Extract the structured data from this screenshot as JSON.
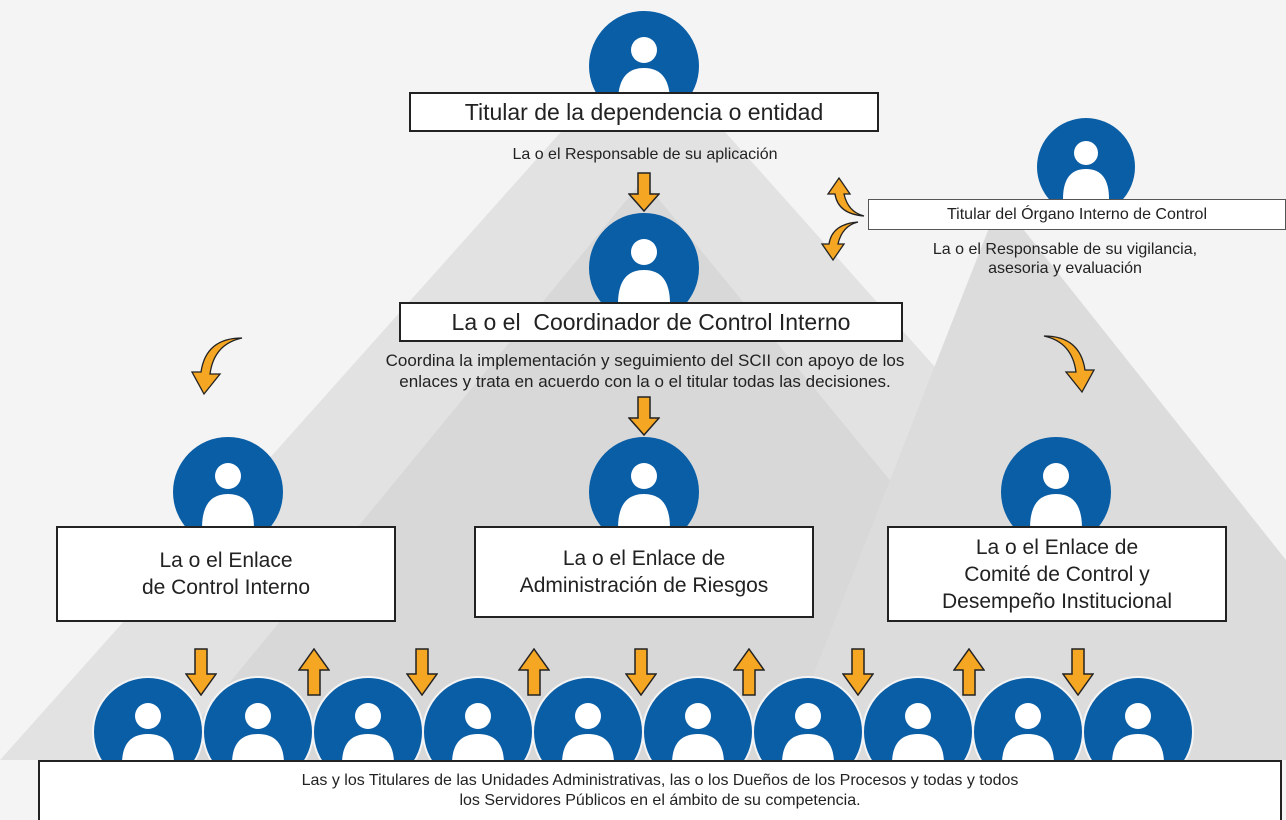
{
  "colors": {
    "avatar_blue": "#0a5ea6",
    "arrow_orange": "#f5a623",
    "box_border": "#222222"
  },
  "icons": {
    "person": "person-avatar-icon",
    "arrow": "arrow-icon"
  },
  "top": {
    "title": "Titular de la dependencia o entidad",
    "subtitle": "La o el Responsable de su aplicación"
  },
  "oic": {
    "title": "Titular del Órgano Interno de Control",
    "subtitle_line1": "La o el Responsable de su vigilancia,",
    "subtitle_line2": "asesoria y evaluación"
  },
  "coordinator": {
    "title": "La o el  Coordinador de Control Interno",
    "desc_line1": "Coordina la implementación y seguimiento del SCII con apoyo de los",
    "desc_line2": "enlaces y trata en acuerdo con la o el titular todas las decisiones."
  },
  "links": [
    {
      "line1": "La o el Enlace",
      "line2": "de Control Interno",
      "line3": ""
    },
    {
      "line1": "La o el Enlace de",
      "line2": "Administración de Riesgos",
      "line3": ""
    },
    {
      "line1": "La o el Enlace de",
      "line2": "Comité de Control y",
      "line3": "Desempeño Institucional"
    }
  ],
  "base": {
    "line1": "Las y los Titulares de las Unidades Administrativas, las o los Dueños de los Procesos y todas y todos",
    "line2": "los Servidores Públicos en el ámbito de su competencia."
  }
}
